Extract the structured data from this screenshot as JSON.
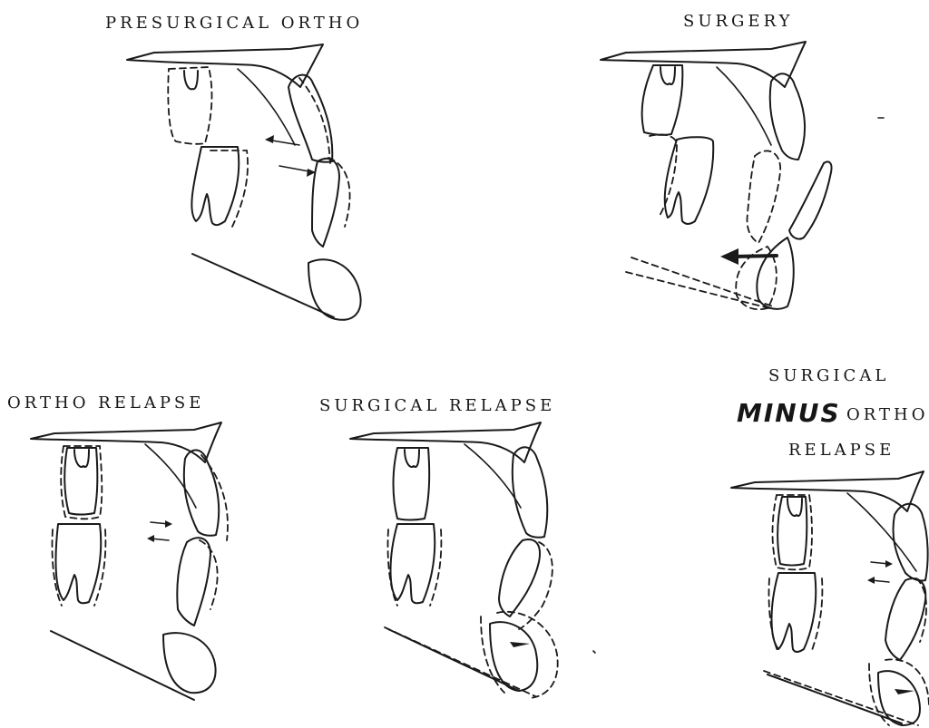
{
  "panels": {
    "presurgical_ortho": {
      "title": "PRESURGICAL ORTHO"
    },
    "surgery": {
      "title": "SURGERY"
    },
    "ortho_relapse": {
      "title": "ORTHO RELAPSE"
    },
    "surgical_relapse": {
      "title": "SURGICAL RELAPSE"
    },
    "surgical_minus_ortho_relapse": {
      "title_line1": "SURGICAL",
      "title_minus": "MINUS",
      "title_ortho": "ORTHO",
      "title_line3": "RELAPSE"
    }
  }
}
